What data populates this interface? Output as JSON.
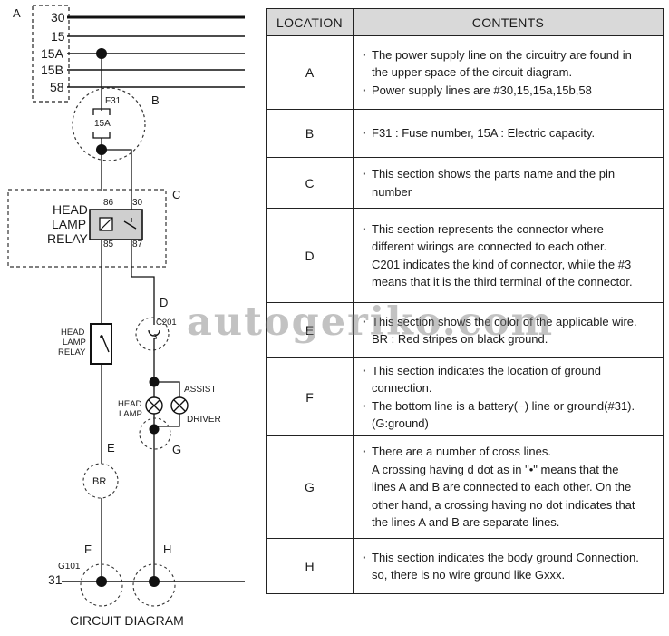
{
  "diagram": {
    "title": "CIRCUIT DIAGRAM",
    "markers": [
      "A",
      "B",
      "C",
      "D",
      "E",
      "F",
      "G",
      "H"
    ],
    "power_lines": [
      "30",
      "15",
      "15A",
      "15B",
      "58"
    ],
    "fuse_number": "F31",
    "fuse_capacity": "15A",
    "relay_name_lines": [
      "HEAD",
      "LAMP",
      "RELAY"
    ],
    "relay_pins": [
      "86",
      "30",
      "85",
      "87"
    ],
    "switch_name_lines": [
      "HEAD",
      "LAMP",
      "RELAY"
    ],
    "connector_label": "C201",
    "connector_pin": "3",
    "lamp_left_lines": [
      "HEAD",
      "LAMP"
    ],
    "lamp_right_top": "ASSIST",
    "lamp_right_bottom": "DRIVER",
    "wire_color": "BR",
    "ground_label": "G101",
    "ground_number": "31"
  },
  "table": {
    "header_location": "LOCATION",
    "header_contents": "CONTENTS",
    "rows": [
      {
        "loc": "A",
        "lines": [
          {
            "t": "The power supply line on the circuitry are found in",
            "b": true
          },
          {
            "t": "the upper space of the circuit diagram.",
            "b": false
          },
          {
            "t": "Power supply lines are #30,15,15a,15b,58",
            "b": true
          }
        ]
      },
      {
        "loc": "B",
        "lines": [
          {
            "t": "F31 : Fuse number, 15A : Electric capacity.",
            "b": true
          }
        ]
      },
      {
        "loc": "C",
        "lines": [
          {
            "t": "This section shows the parts name and the pin",
            "b": true
          },
          {
            "t": "number",
            "b": false
          }
        ]
      },
      {
        "loc": "D",
        "lines": [
          {
            "t": "This section represents the connector where",
            "b": true
          },
          {
            "t": "different wirings are connected to each other.",
            "b": false
          },
          {
            "t": "C201 indicates the kind of connector, while the #3",
            "b": false
          },
          {
            "t": "means that it is the third terminal of the connector.",
            "b": false
          }
        ]
      },
      {
        "loc": "E",
        "lines": [
          {
            "t": "This section shows the color of the applicable wire.",
            "b": true
          },
          {
            "t": "BR : Red stripes on black ground.",
            "b": false
          }
        ]
      },
      {
        "loc": "F",
        "lines": [
          {
            "t": "This section indicates the location of ground",
            "b": true
          },
          {
            "t": "connection.",
            "b": false
          },
          {
            "t": "The bottom line is a battery(−) line or ground(#31).",
            "b": true
          },
          {
            "t": "(G:ground)",
            "b": false
          }
        ]
      },
      {
        "loc": "G",
        "lines": [
          {
            "t": "There are a number of cross lines.",
            "b": true
          },
          {
            "t": "A crossing having d dot as in \"•\" means that the",
            "b": false
          },
          {
            "t": "lines A and B are connected to each other. On the",
            "b": false
          },
          {
            "t": "other hand, a crossing having no dot indicates that",
            "b": false
          },
          {
            "t": "the lines A and B are separate lines.",
            "b": false
          }
        ]
      },
      {
        "loc": "H",
        "lines": [
          {
            "t": "This section indicates the body ground Connection.",
            "b": true
          },
          {
            "t": "so, there is no wire ground like Gxxx.",
            "b": false
          }
        ]
      }
    ]
  },
  "watermark": "autogeriko.com"
}
